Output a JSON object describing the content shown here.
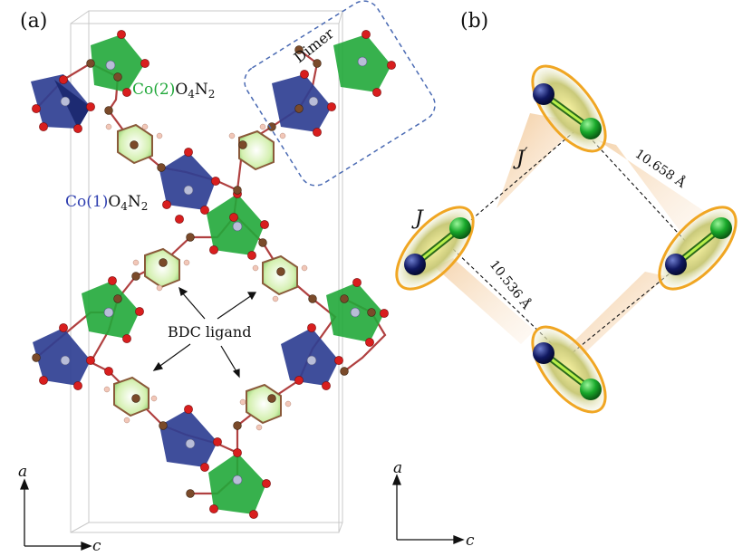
{
  "panel_a": {
    "label": "(a)",
    "dimer_label": "Dimer",
    "co2": {
      "prefix": "Co(2)",
      "formula": "O",
      "sub1": "4",
      "mid": "N",
      "sub2": "2"
    },
    "co1": {
      "prefix": "Co(1)",
      "formula": "O",
      "sub1": "4",
      "mid": "N",
      "sub2": "2"
    },
    "ligand_label": "BDC ligand",
    "axis_vertical": "a",
    "axis_horizontal": "c"
  },
  "panel_b": {
    "label": "(b)",
    "coupling_j": "J",
    "coupling_jprime": "J",
    "prime": "′",
    "distance_1": "10.658 Å",
    "distance_2": "10.536 Å",
    "axis_vertical": "a",
    "axis_horizontal": "c"
  },
  "colors": {
    "co1": "#2f3f93",
    "co2": "#21a83a",
    "oxygen": "#d81e1e",
    "carbon": "#7a4a2a",
    "dimer_box": "#4a6ab3",
    "halo": "#f0a623"
  }
}
